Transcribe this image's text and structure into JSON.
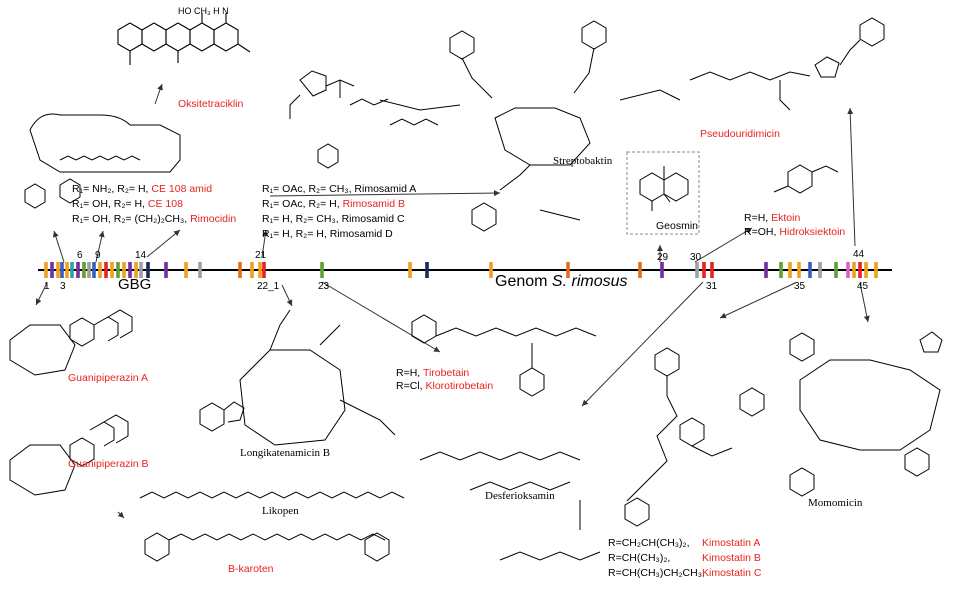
{
  "genome": {
    "title_prefix": "Genom",
    "title_species": "S. rimosus",
    "gbg_label": "GBG",
    "numbers": [
      "1",
      "3",
      "6",
      "9",
      "14",
      "21",
      "22_1",
      "23",
      "29",
      "30",
      "31",
      "35",
      "44",
      "45"
    ]
  },
  "compounds": {
    "oksitetraciklin": "Oksitetraciklin",
    "rimosamid_rgroups": [
      {
        "r": "R",
        "rest": "₁= OAc, R₂= CH₃, Rimosamid A",
        "name": "",
        "color": "black"
      },
      {
        "r": "R",
        "rest": "₁= OAc, R₂= H,",
        "name": "Rimosamid B",
        "color": "red"
      },
      {
        "r": "R",
        "rest": "₁= H,      R₂= CH₃, Rimosamid C",
        "name": "",
        "color": "black"
      },
      {
        "r": "R",
        "rest": "₁= H,      R₂= H,      Rimosamid D",
        "name": "",
        "color": "black"
      }
    ],
    "ce_rgroups": [
      {
        "text": "R₁= NH₂, R₂= H,",
        "name": "CE 108 amid"
      },
      {
        "text": "R₁= OH,  R₂= H,",
        "name": "CE 108"
      },
      {
        "text": "R₁= OH,  R₂= (CH₂)₂CH₃,",
        "name": "Rimocidin"
      }
    ],
    "streptobaktin": "Streptobaktin",
    "geosmin": "Geosmin",
    "pseudouridimicin": "Pseudouridimicin",
    "ektoin_lines": [
      {
        "text": "R=H,",
        "name": "Ektoin"
      },
      {
        "text": "R=OH,",
        "name": "Hidroksiektoin"
      }
    ],
    "guanipiperazin_a": "Guanipiperazin A",
    "guanipiperazin_b": "Guanipiperazin B",
    "longikatenamicin": "Longikatenamicin B",
    "tirobetain_lines": [
      {
        "text": "R=H,",
        "name": "Tirobetain"
      },
      {
        "text": "R=Cl,",
        "name": "Klorotirobetain"
      }
    ],
    "desferioksamin": "Desferioksamin",
    "momomicin": "Momomicin",
    "likopen": "Likopen",
    "b_karoten": "B-karoten",
    "kimostatin_lines": [
      {
        "text": "R=CH₂CH(CH₃)₂,",
        "name": "Kimostatin A"
      },
      {
        "text": "R=CH(CH₃)₂,",
        "name": "Kimostatin B"
      },
      {
        "text": "R=CH(CH₃)CH₂CH₃,",
        "name": "Kimostatin C"
      }
    ]
  },
  "colors": {
    "orange": "#f0a020",
    "blue": "#3060c0",
    "purple": "#7030a0",
    "green": "#60a030",
    "gray": "#a0a0a0",
    "red": "#e8221e",
    "darkorange": "#e07020",
    "pink": "#e060c0",
    "navy": "#1a2a60",
    "teal": "#30a0a0"
  }
}
